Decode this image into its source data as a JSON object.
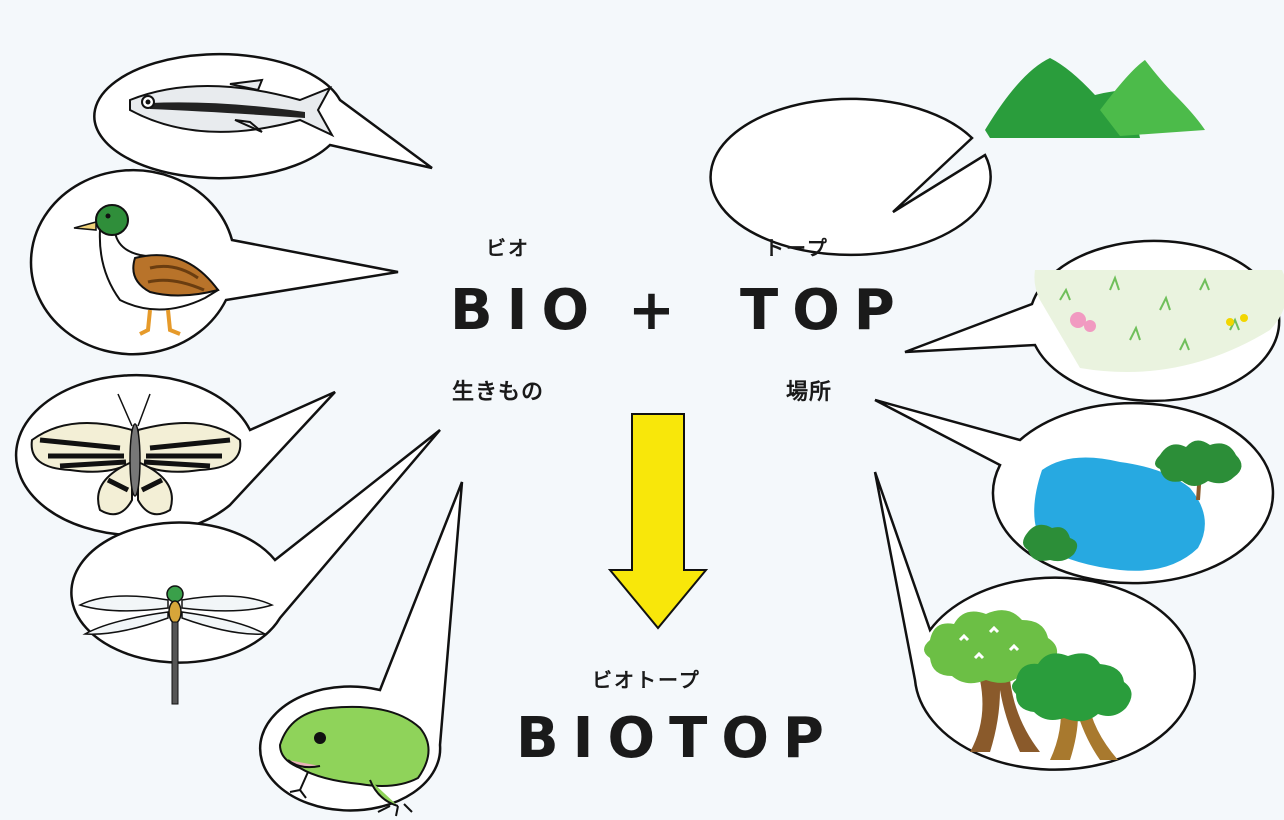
{
  "bio": {
    "ruby": "ビオ",
    "word": "BIO",
    "gloss": "生きもの"
  },
  "plus": "+",
  "top": {
    "ruby": "トープ",
    "word": "TOP",
    "gloss": "場所"
  },
  "result": {
    "ruby": "ビオトープ",
    "word": "BIOTOP"
  },
  "colors": {
    "arrow": "#f8e70a",
    "leaf_green": "#3fb24b",
    "grass_green": "#8ccf5e",
    "pond_blue": "#27a9e1",
    "trunk_brown": "#8a5a2b",
    "frog_green": "#8fd35a"
  },
  "creatures": [
    "fish-icon",
    "duck-icon",
    "butterfly-icon",
    "dragonfly-icon",
    "frog-icon"
  ],
  "places": [
    "mountain-icon",
    "grassland-icon",
    "pond-icon",
    "forest-icon"
  ]
}
